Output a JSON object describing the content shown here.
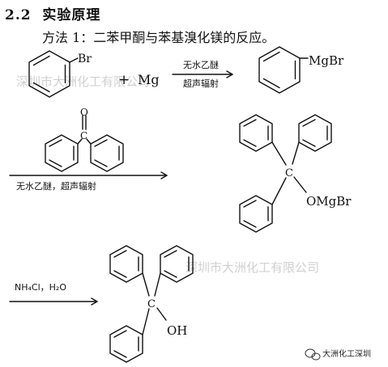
{
  "section": {
    "number": "2.2",
    "title": "实验原理"
  },
  "method_line": "方法 1：二苯甲酮与苯基溴化镁的反应。",
  "reaction1": {
    "substituent": "Br",
    "plus": "+",
    "reagent": "Mg",
    "cond_top": "无水乙醚",
    "cond_bottom": "超声辐射",
    "product_group": "MgBr"
  },
  "reaction2": {
    "carbonyl_o": "O",
    "carbonyl_c": "C",
    "condition": "无水乙醚，超声辐射",
    "center_c": "C",
    "product_group": "OMgBr"
  },
  "reaction3": {
    "condition": "NH₄Cl，H₂O",
    "center_c": "C",
    "product_group": "OH"
  },
  "watermarks": {
    "wm1": "深圳市大洲化工有限公司",
    "wm2": "深圳市大洲化工有限公司",
    "brand": "大洲化工深圳"
  },
  "colors": {
    "ink": "#111111",
    "watermark": "#d0d0d0"
  }
}
